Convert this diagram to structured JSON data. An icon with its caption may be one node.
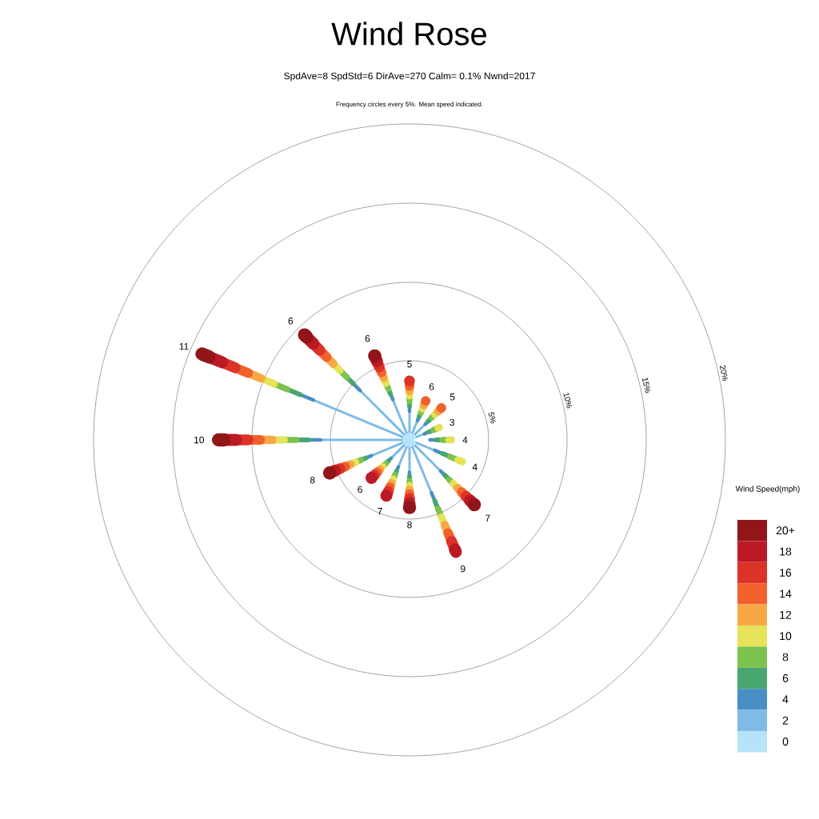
{
  "diagram": {
    "title": "Wind Rose",
    "labels": [
      "SpdAve=8  SpdStd=6  DirAve=270   Calm= 0.1%  Nwnd=2017",
      "Frequency circles every 5%. Mean speed indicated.",
      "5%",
      "10%",
      "15%",
      "20%",
      "5",
      "6",
      "5",
      "3",
      "4",
      "4",
      "7",
      "9",
      "8",
      "7",
      "6",
      "8",
      "10",
      "11",
      "6",
      "6",
      "Wind Speed(mph)"
    ],
    "legend": [
      {
        "text": "20+",
        "color": "#921519"
      },
      {
        "text": "18",
        "color": "#bb1a24"
      },
      {
        "text": "16",
        "color": "#dc3328"
      },
      {
        "text": "14",
        "color": "#f1612b"
      },
      {
        "text": "12",
        "color": "#f7a845"
      },
      {
        "text": "10",
        "color": "#e6e25a"
      },
      {
        "text": "8",
        "color": "#7cc24e"
      },
      {
        "text": "6",
        "color": "#49a66f"
      },
      {
        "text": "4",
        "color": "#4a8ec6"
      },
      {
        "text": "2",
        "color": "#7fbbe6"
      },
      {
        "text": "0",
        "color": "#b6e3f7"
      }
    ]
  }
}
